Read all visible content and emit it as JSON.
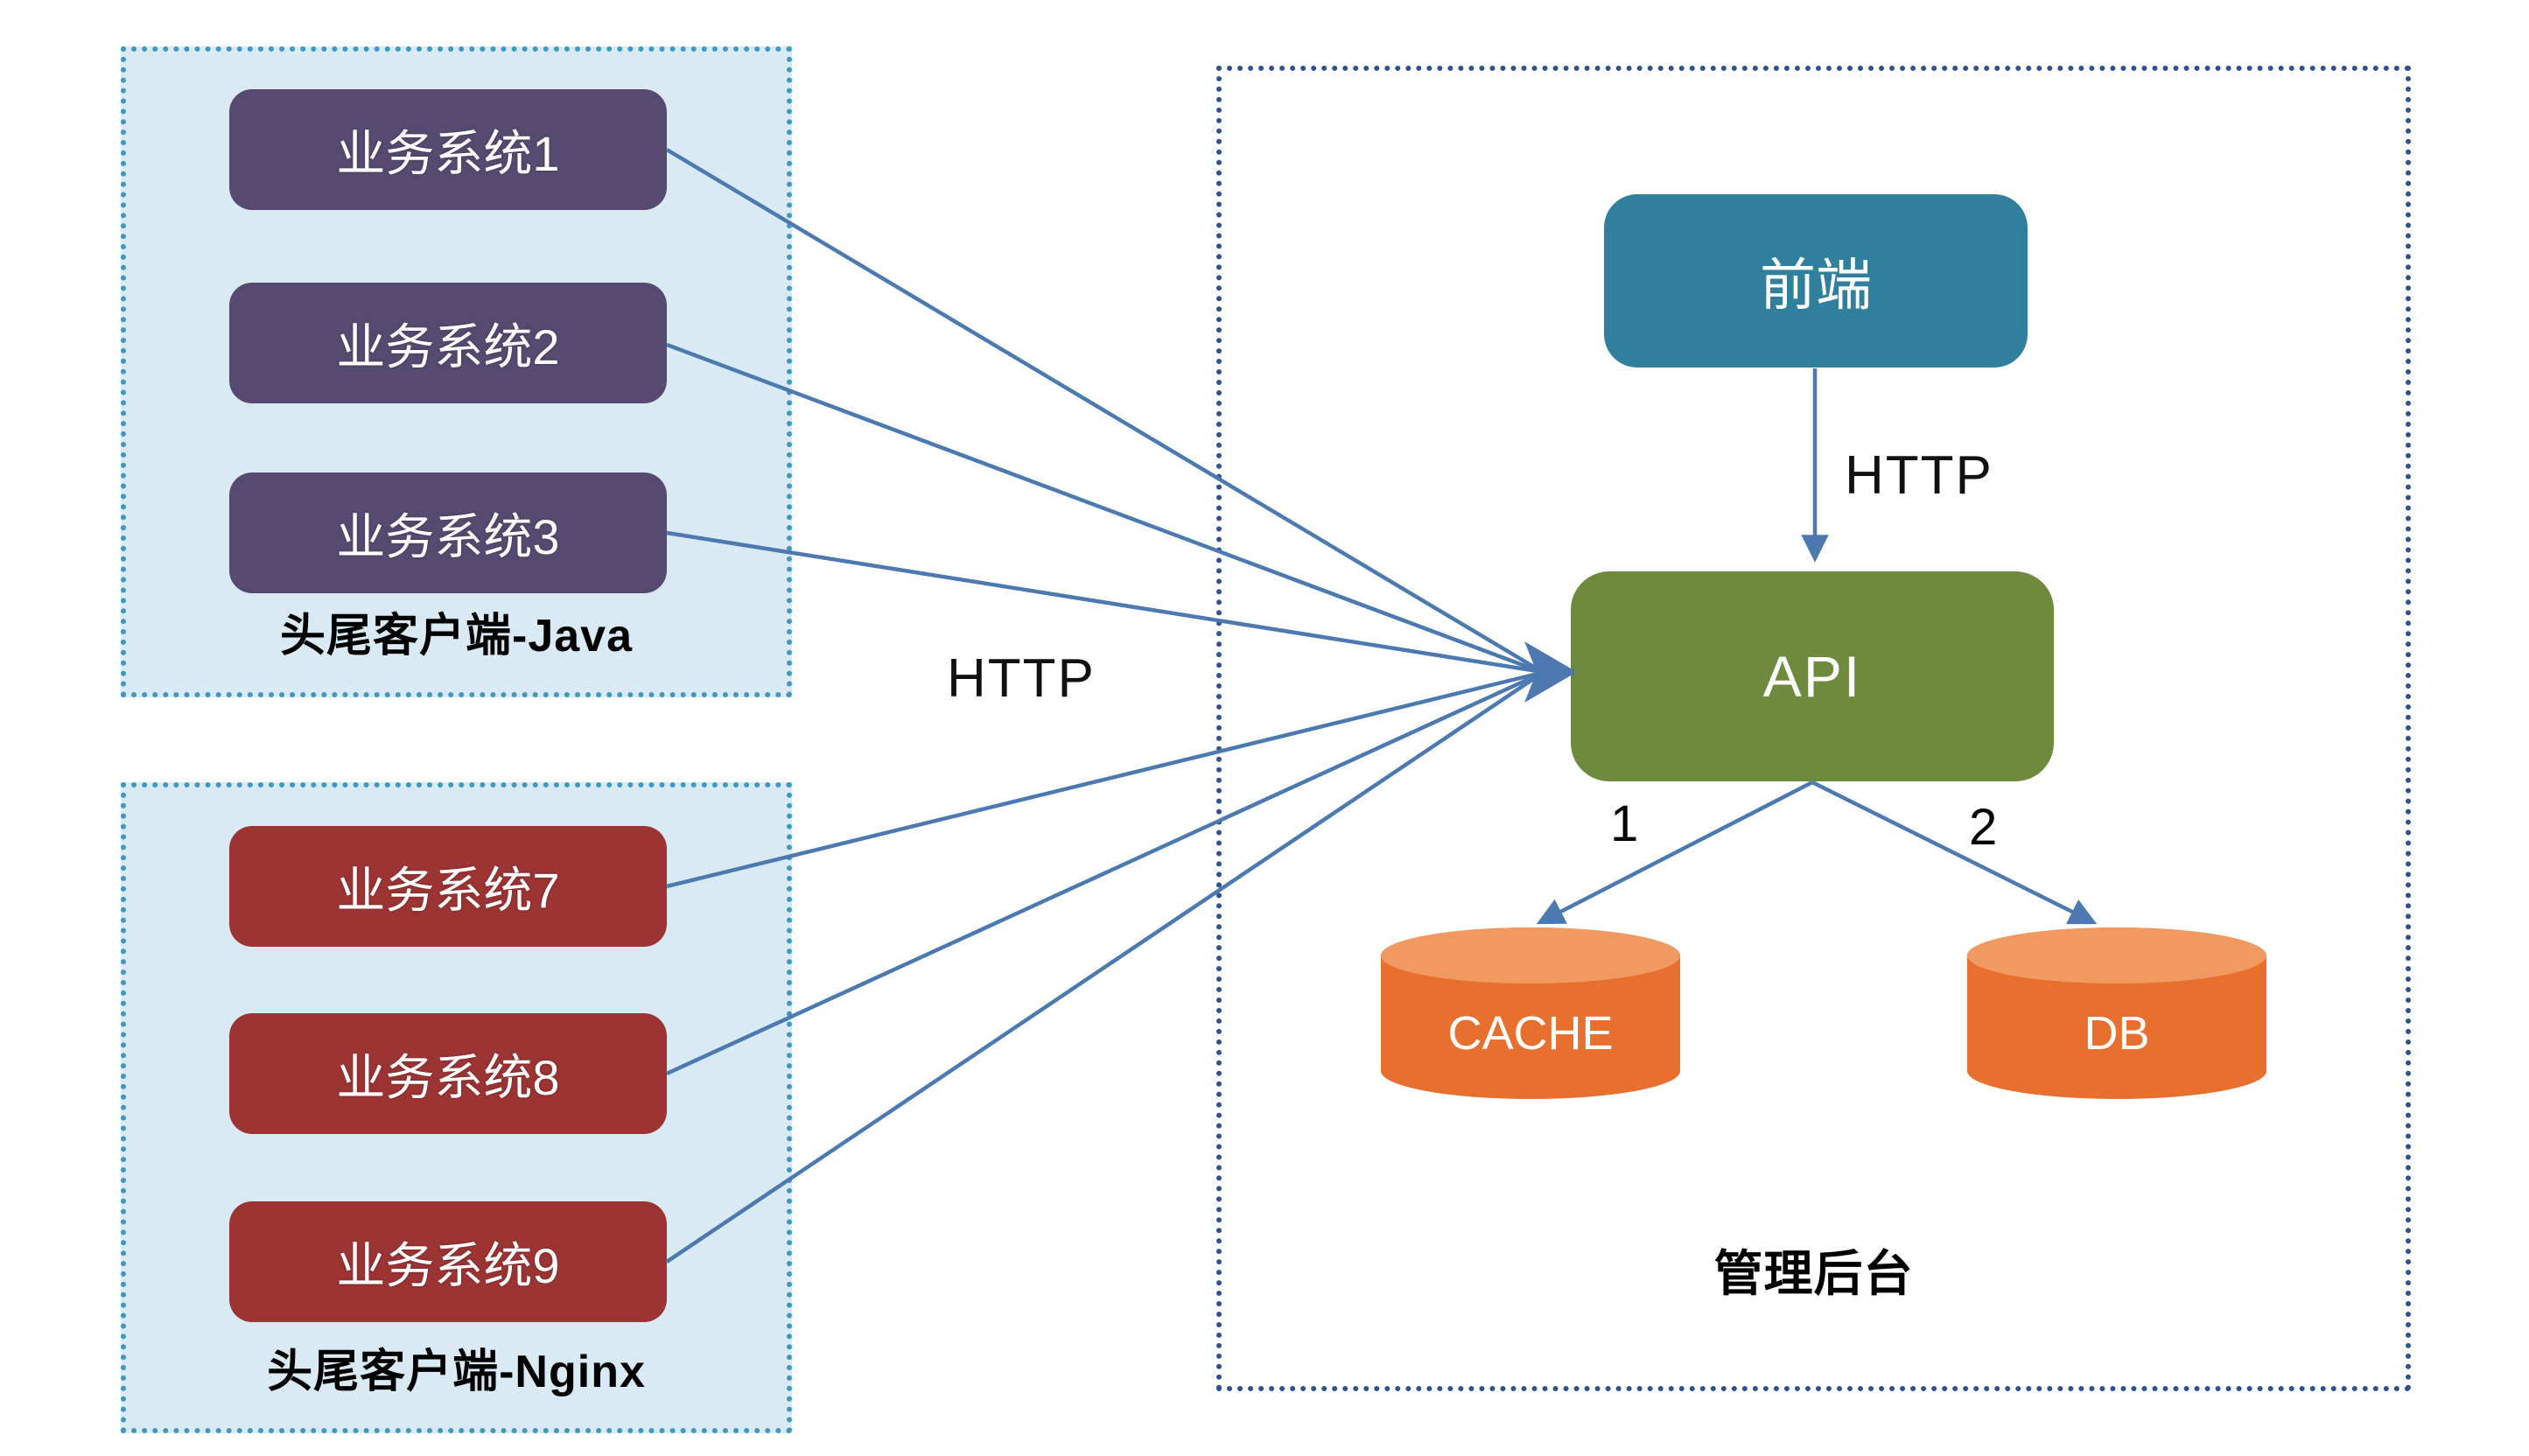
{
  "diagram": {
    "java_group": {
      "label": "头尾客户端-Java",
      "systems": [
        "业务系统1",
        "业务系统2",
        "业务系统3"
      ]
    },
    "nginx_group": {
      "label": "头尾客户端-Nginx",
      "systems": [
        "业务系统7",
        "业务系统8",
        "业务系统9"
      ]
    },
    "admin_group": {
      "label": "管理后台",
      "frontend_label": "前端",
      "api_label": "API",
      "cache_label": "CACHE",
      "db_label": "DB",
      "http_label": "HTTP",
      "cache_edge_label": "1",
      "db_edge_label": "2"
    },
    "clients_http_label": "HTTP",
    "colors": {
      "client_group_fill": "#d9eaf4",
      "client_group_border": "#3e99be",
      "admin_group_border": "#2e5190",
      "java_box": "#564a70",
      "nginx_box": "#9c3434",
      "frontend_box": "#2f7f9d",
      "api_box": "#6e8b3d",
      "cylinder_body": "#e8702e",
      "cylinder_top": "#f09a62",
      "connector": "#4c7ab0"
    }
  }
}
